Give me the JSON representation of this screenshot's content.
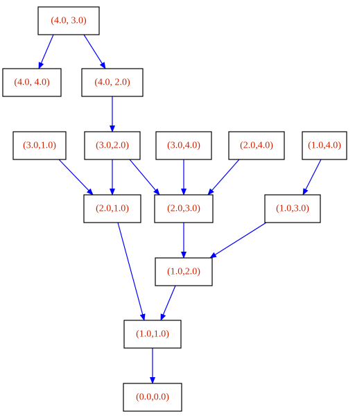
{
  "colors": {
    "edge": "#0000ff",
    "label": "#cc2200",
    "border": "#000000"
  },
  "nodes": [
    {
      "id": "n43",
      "label": "(4.0, 3.0)"
    },
    {
      "id": "n44",
      "label": "(4.0, 4.0)"
    },
    {
      "id": "n42",
      "label": "(4.0, 2.0)"
    },
    {
      "id": "n31",
      "label": "(3.0,1.0)"
    },
    {
      "id": "n32",
      "label": "(3.0,2.0)"
    },
    {
      "id": "n34",
      "label": "(3.0,4.0)"
    },
    {
      "id": "n24",
      "label": "(2.0,4.0)"
    },
    {
      "id": "n14",
      "label": "(1.0,4.0)"
    },
    {
      "id": "n21",
      "label": "(2.0,1.0)"
    },
    {
      "id": "n23",
      "label": "(2.0,3.0)"
    },
    {
      "id": "n13",
      "label": "(1.0,3.0)"
    },
    {
      "id": "n12",
      "label": "(1.0,2.0)"
    },
    {
      "id": "n11",
      "label": "(1.0,1.0)"
    },
    {
      "id": "n00",
      "label": "(0.0,0.0)"
    }
  ],
  "edges": [
    {
      "from": "n43",
      "to": "n44"
    },
    {
      "from": "n43",
      "to": "n42"
    },
    {
      "from": "n42",
      "to": "n32"
    },
    {
      "from": "n31",
      "to": "n21"
    },
    {
      "from": "n32",
      "to": "n21"
    },
    {
      "from": "n32",
      "to": "n23"
    },
    {
      "from": "n34",
      "to": "n23"
    },
    {
      "from": "n24",
      "to": "n23"
    },
    {
      "from": "n14",
      "to": "n13"
    },
    {
      "from": "n23",
      "to": "n12"
    },
    {
      "from": "n13",
      "to": "n12"
    },
    {
      "from": "n21",
      "to": "n11"
    },
    {
      "from": "n12",
      "to": "n11"
    },
    {
      "from": "n11",
      "to": "n00"
    }
  ]
}
